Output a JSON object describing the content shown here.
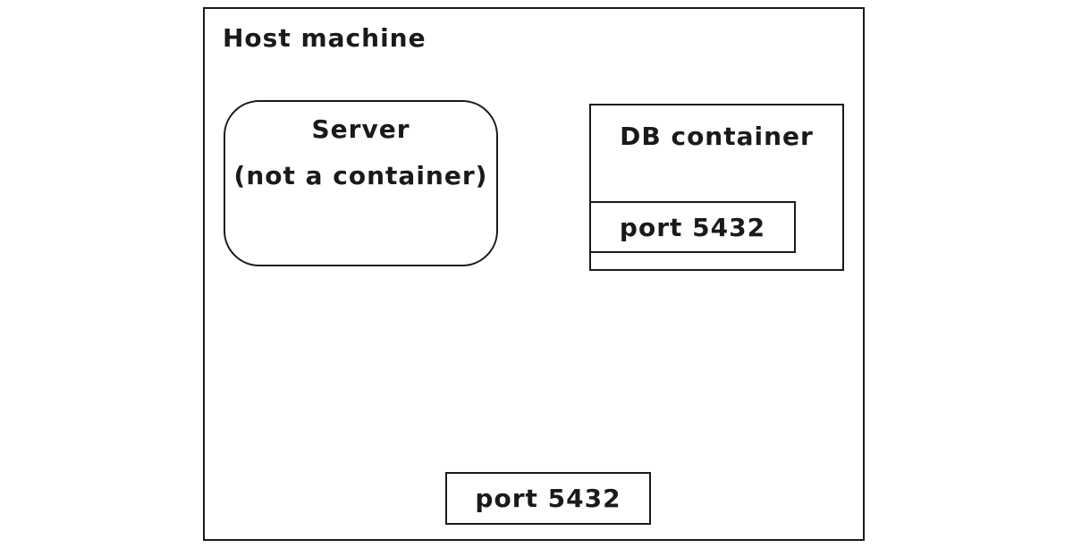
{
  "colors": {
    "stroke": "#1a1a1a",
    "background": "#ffffff"
  },
  "host": {
    "label": "Host machine"
  },
  "server": {
    "label": "Server",
    "sublabel": "(not a container)"
  },
  "db_container": {
    "label": "DB container",
    "port": {
      "label": "port 5432"
    }
  },
  "host_port": {
    "label": "port 5432"
  }
}
